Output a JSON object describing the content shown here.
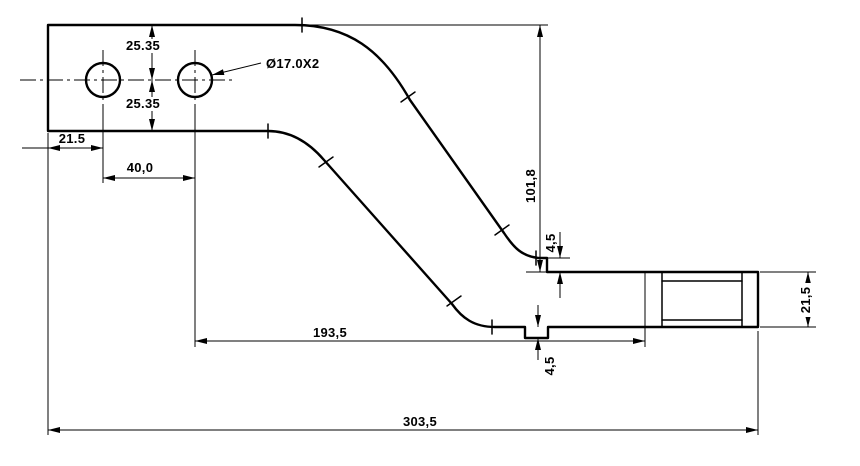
{
  "drawing": {
    "type": "2D engineering drawing of bent bracket, side profile with dimensions",
    "line_color": "#000000",
    "background": "#ffffff",
    "dims": {
      "top_offset": "25.35",
      "bottom_offset": "25.35",
      "edge_to_hole": "21.5",
      "hole_spacing": "40,0",
      "hole_callout": "Ø17.0X2",
      "overall_height": "101,8",
      "step_top": "4,5",
      "flange_run": "193,5",
      "step_bottom": "4,5",
      "flange_width": "21,5",
      "overall_length": "303,5"
    }
  }
}
